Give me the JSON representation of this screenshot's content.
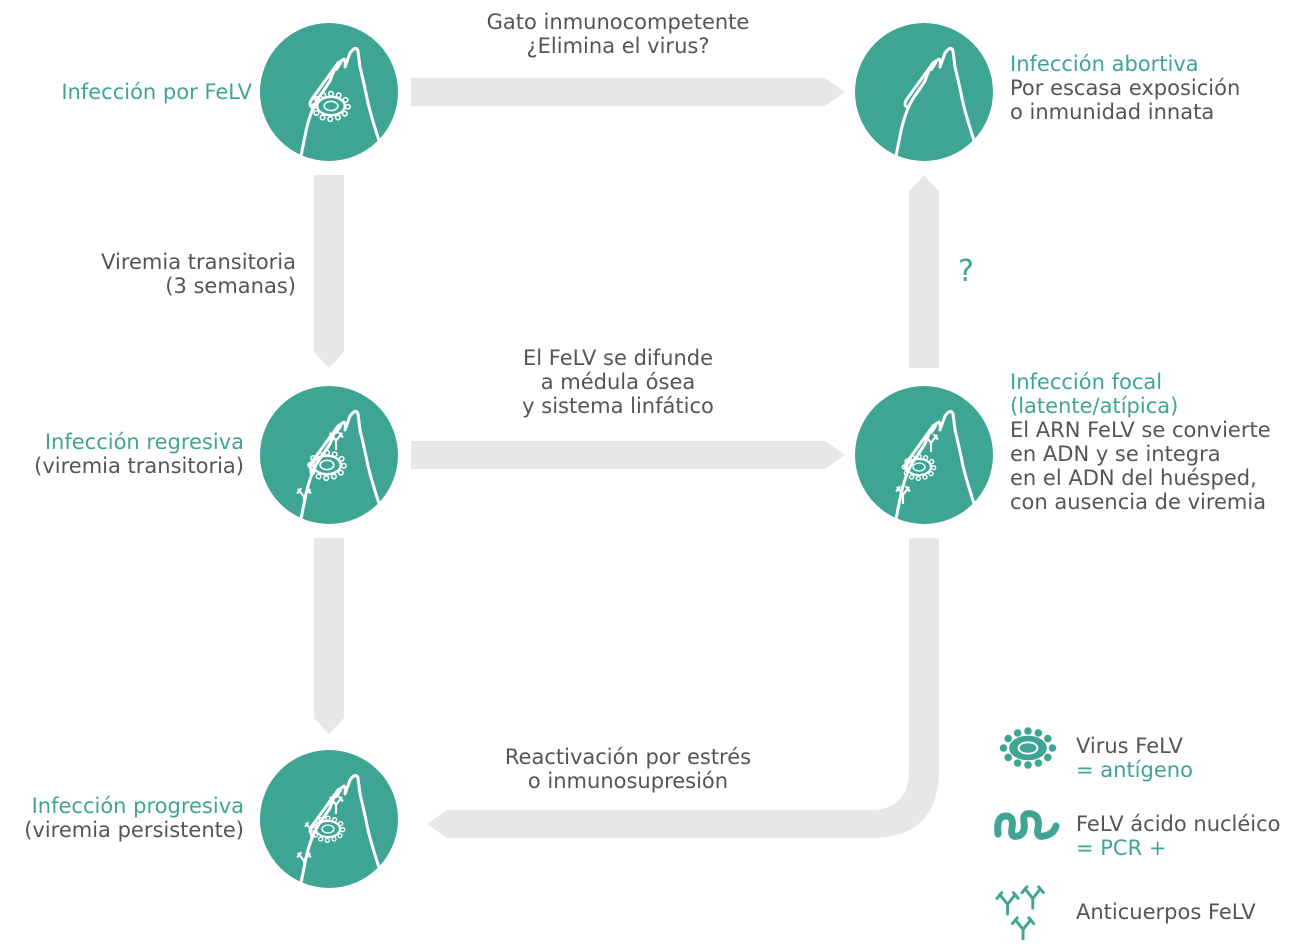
{
  "colors": {
    "teal": "#3ea595",
    "arrow": "#e6e7e8",
    "text": "#555555"
  },
  "nodes": {
    "infection": {
      "title": "Infección por FeLV",
      "icon": "cat-with-virus-icon"
    },
    "abortive": {
      "title": "Infección abortiva",
      "desc": [
        "Por escasa exposición",
        "o inmunidad innata"
      ],
      "icon": "cat-icon"
    },
    "regressive": {
      "title": "Infección regresiva",
      "sub": "(viremia transitoria)",
      "icon": "cat-with-virus-and-antibodies-icon"
    },
    "focal": {
      "title": [
        "Infección focal",
        "(latente/atípica)"
      ],
      "desc": [
        "El ARN FeLV se convierte",
        "en ADN y se integra",
        "en el ADN del huésped,",
        "con ausencia de viremia"
      ],
      "icon": "cat-with-nucleic-acid-and-antibodies-icon"
    },
    "progressive": {
      "title": "Infección progresiva",
      "sub": "(viremia persistente)",
      "icon": "cat-with-virus-and-antibodies-icon"
    }
  },
  "edges": {
    "top": [
      "Gato inmunocompetente",
      "¿Elimina el virus?"
    ],
    "left": [
      "Viremia transitoria",
      "(3 semanas)"
    ],
    "middle": [
      "El FeLV se difunde",
      "a médula ósea",
      "y sistema linfático"
    ],
    "question": "?",
    "bottom": [
      "Reactivación por estrés",
      "o inmunosupresión"
    ]
  },
  "legend": [
    {
      "icon": "virus-icon",
      "label": "Virus FeLV",
      "sub": "= antígeno"
    },
    {
      "icon": "nucleic-acid-icon",
      "label": "FeLV ácido nucléico",
      "sub": "= PCR +"
    },
    {
      "icon": "antibody-icon",
      "label": "Anticuerpos FeLV"
    }
  ]
}
